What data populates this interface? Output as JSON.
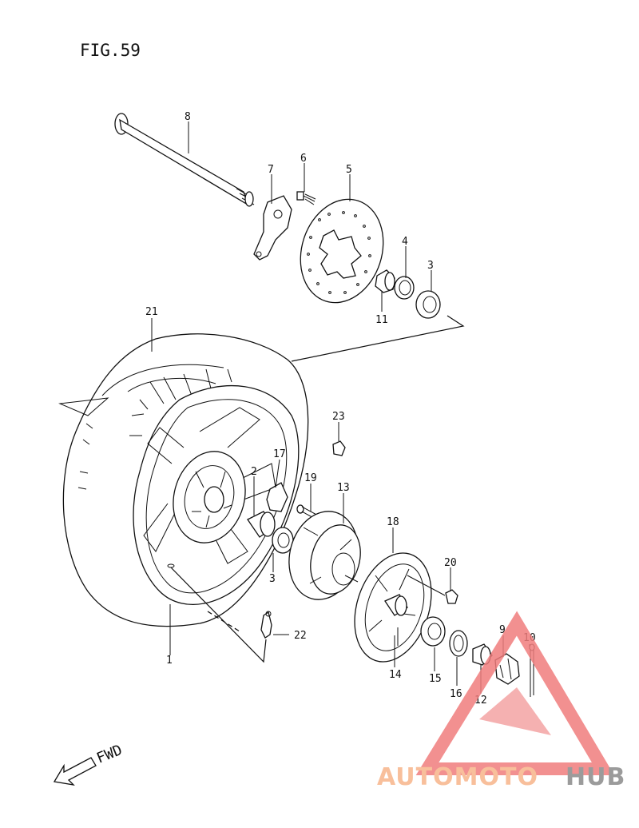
{
  "figure": {
    "title": "FIG.59"
  },
  "direction": {
    "label": "FWD"
  },
  "parts": [
    {
      "num": "1"
    },
    {
      "num": "2"
    },
    {
      "num": "3"
    },
    {
      "num": "3"
    },
    {
      "num": "4"
    },
    {
      "num": "5"
    },
    {
      "num": "6"
    },
    {
      "num": "7"
    },
    {
      "num": "8"
    },
    {
      "num": "9"
    },
    {
      "num": "10"
    },
    {
      "num": "11"
    },
    {
      "num": "12"
    },
    {
      "num": "13"
    },
    {
      "num": "14"
    },
    {
      "num": "15"
    },
    {
      "num": "16"
    },
    {
      "num": "17"
    },
    {
      "num": "18"
    },
    {
      "num": "19"
    },
    {
      "num": "20"
    },
    {
      "num": "21"
    },
    {
      "num": "22"
    },
    {
      "num": "23"
    }
  ],
  "watermark": {
    "text": "AUTOMOTOHUB",
    "part_a": "AUTOMOTO",
    "part_b": "HUB",
    "color_a": "#f7b58a",
    "color_b": "#8a8a8a",
    "triangle_color": "#f07d7d"
  }
}
